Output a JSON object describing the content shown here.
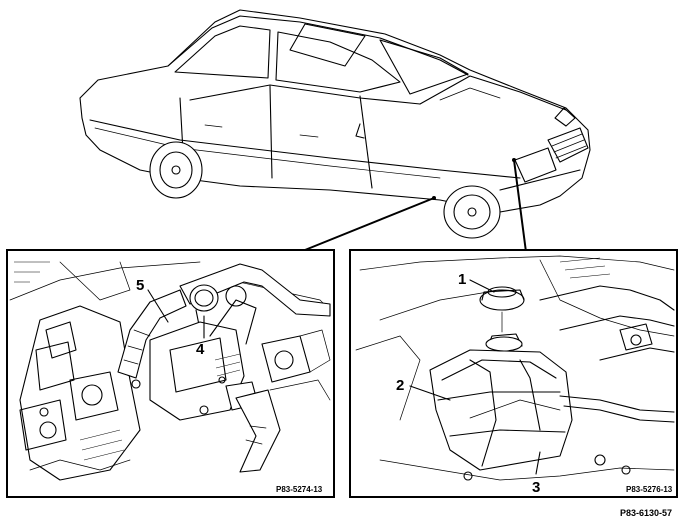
{
  "figure": {
    "figure_id": "P83-6130-57",
    "left_panel": {
      "ref": "P83-5274-13",
      "callouts": [
        "5",
        "4"
      ]
    },
    "right_panel": {
      "ref": "P83-5276-13",
      "callouts": [
        "1",
        "2",
        "3"
      ]
    }
  }
}
